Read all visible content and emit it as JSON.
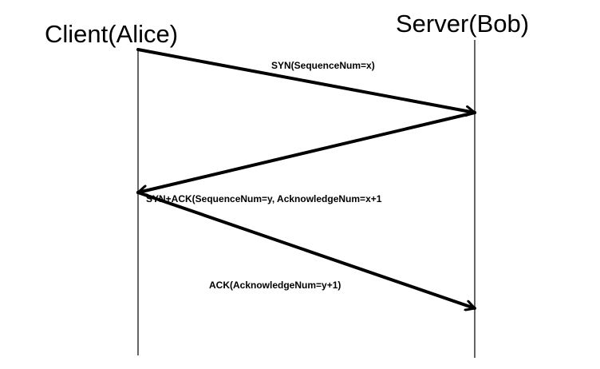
{
  "actors": {
    "client": "Client(Alice)",
    "server": "Server(Bob)"
  },
  "messages": [
    {
      "label": "SYN(SequenceNum=x)",
      "from": "client",
      "to": "server"
    },
    {
      "label": "SYN+ACK(SequenceNum=y, AcknowledgeNum=x+1",
      "from": "server",
      "to": "client"
    },
    {
      "label": "ACK(AcknowledgeNum=y+1)",
      "from": "client",
      "to": "server"
    }
  ],
  "colors": {
    "line": "#000000",
    "background": "#ffffff"
  }
}
